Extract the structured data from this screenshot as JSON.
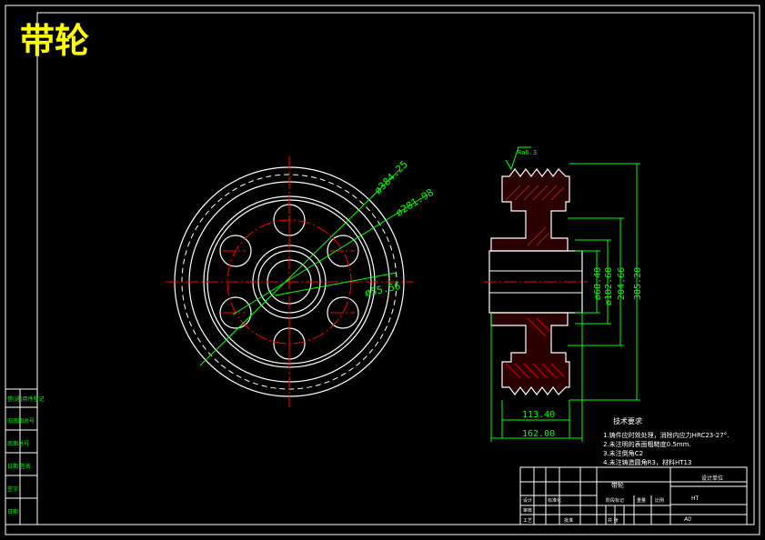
{
  "drawing": {
    "title": "带轮",
    "colors": {
      "background": "#000000",
      "outline": "#ffffff",
      "centerline": "#ff0000",
      "dimension": "#00ff00",
      "hatch": "#ff0000",
      "title_text": "#ffff00",
      "dimension_text": "#00ff00"
    }
  },
  "front_view": {
    "dimensions": [
      "ø384.25",
      "ø281.98",
      "ø55.56"
    ]
  },
  "side_view": {
    "dimensions_vertical": [
      "ø68.40",
      "ø102.60",
      "204.66",
      "385.20"
    ],
    "dimensions_horizontal": [
      "113.40",
      "162.00"
    ],
    "roughness_label": "Ra6.3"
  },
  "tech_requirements": {
    "heading": "技术要求",
    "items": [
      "1.铸件应时效处理，消除内应力HRC23-27°.",
      "2.未注明的表面粗糙度0.5mm.",
      "3.未注倒角C2",
      "4.未注铸造圆角R3，材料HT13"
    ]
  },
  "left_strip": {
    "cells": [
      "借(通)用件登记",
      "旧底图总号",
      "底图总号",
      "日期  签名",
      "签字",
      "日期"
    ]
  },
  "title_block": {
    "part_name": "带轮",
    "drawing_no": "设计单位",
    "material": "HT",
    "scale_label": "比例",
    "sheet_label": "共  张",
    "designer_label": "设计",
    "checker_label": "审核",
    "process_label": "工艺",
    "approve_label": "批准",
    "stage_label": "阶段标记",
    "weight_label": "重量",
    "std_label": "标准化",
    "page_no": "A0"
  }
}
